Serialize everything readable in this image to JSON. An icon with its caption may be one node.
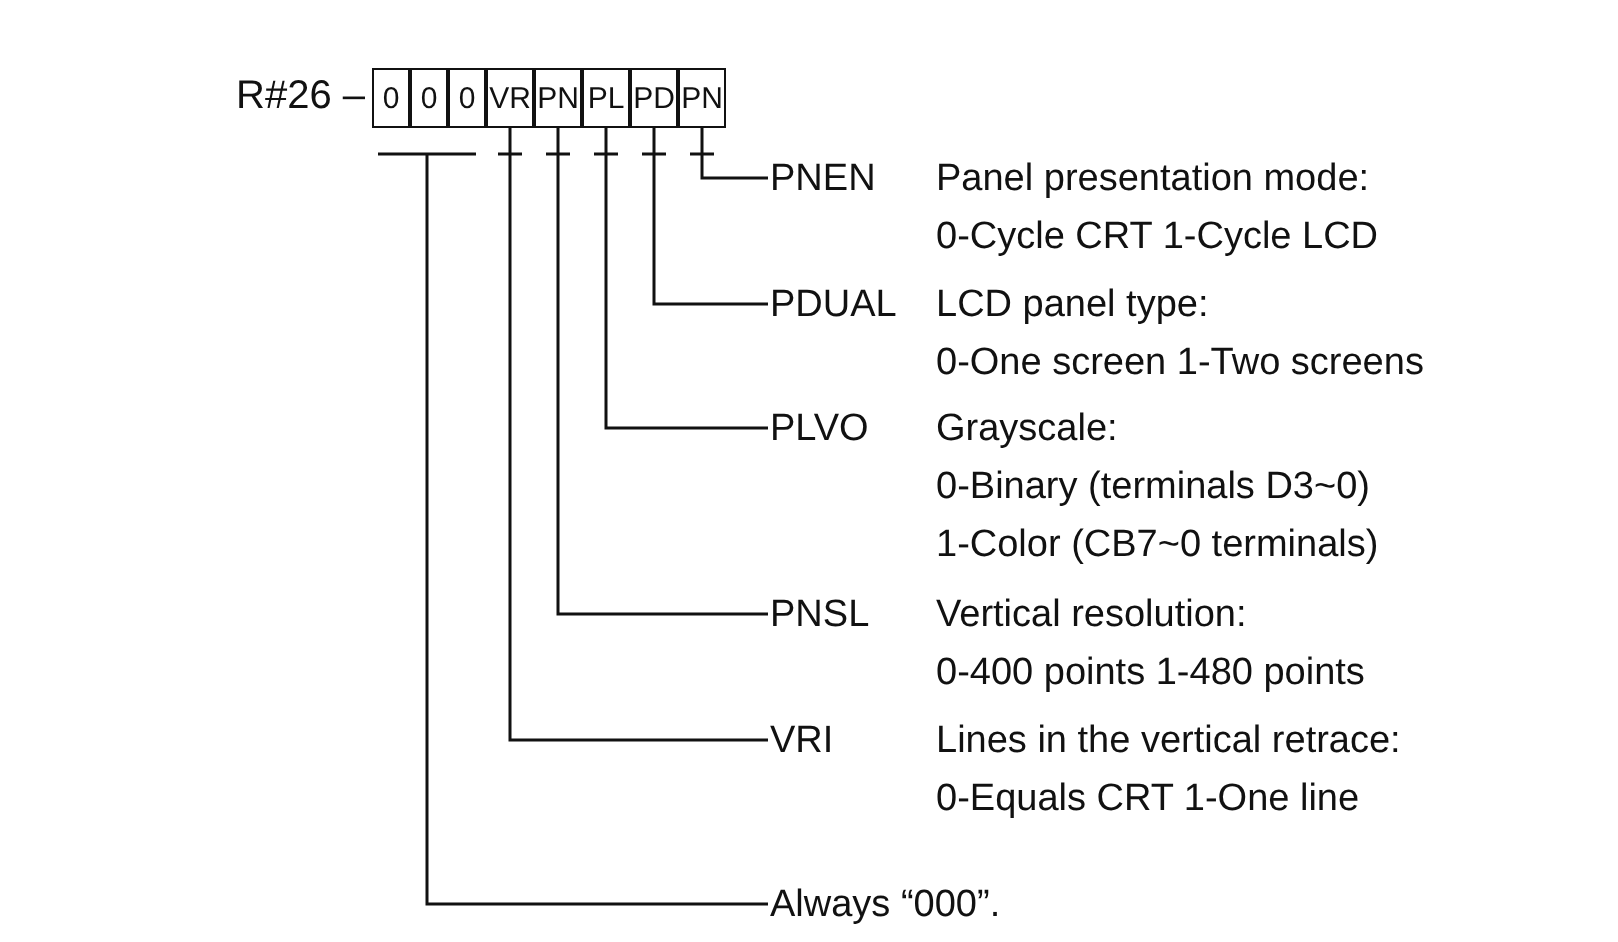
{
  "diagram": {
    "nodes": [
      {
        "text": [
          "0"
        ]
      },
      {
        "text": [
          "0"
        ]
      },
      {
        "text": [
          "0"
        ]
      },
      {
        "text": [
          "VR"
        ]
      },
      {
        "text": [
          "PN"
        ]
      },
      {
        "text": [
          "PL"
        ]
      },
      {
        "text": [
          "PD"
        ]
      },
      {
        "text": [
          "PN"
        ]
      },
      {
        "text": [],
        "shape": "bar"
      },
      {
        "text": [
          "PNEN",
          "Panel presentation mode:",
          "0-Cycle CRT 1-Cycle LCD"
        ]
      },
      {
        "text": [
          "PDUAL",
          "LCD panel type:",
          "0-One screen 1-Two screens"
        ]
      },
      {
        "text": [
          "PLVO",
          "Grayscale:",
          "0-Binary (terminals D3~0)",
          "1-Color (CB7~0 terminals)"
        ]
      },
      {
        "text": [
          "PNSL",
          "Vertical resolution:",
          "0-400 points 1-480 points"
        ]
      },
      {
        "text": [
          "VRI",
          "Lines in the vertical retrace:",
          "0-Equals CRT 1-One line"
        ]
      },
      {
        "text": [
          "Always “000”."
        ]
      }
    ],
    "edges": [
      {
        "from": 9,
        "to": 7,
        "arrow": "none"
      },
      {
        "from": 10,
        "to": 6,
        "arrow": "none"
      },
      {
        "from": 11,
        "to": 5,
        "arrow": "none"
      },
      {
        "from": 12,
        "to": 4,
        "arrow": "none"
      },
      {
        "from": 13,
        "to": 3,
        "arrow": "none"
      },
      {
        "from": 14,
        "to": 8,
        "arrow": "none"
      }
    ],
    "labels": [
      "R#26 –"
    ]
  }
}
